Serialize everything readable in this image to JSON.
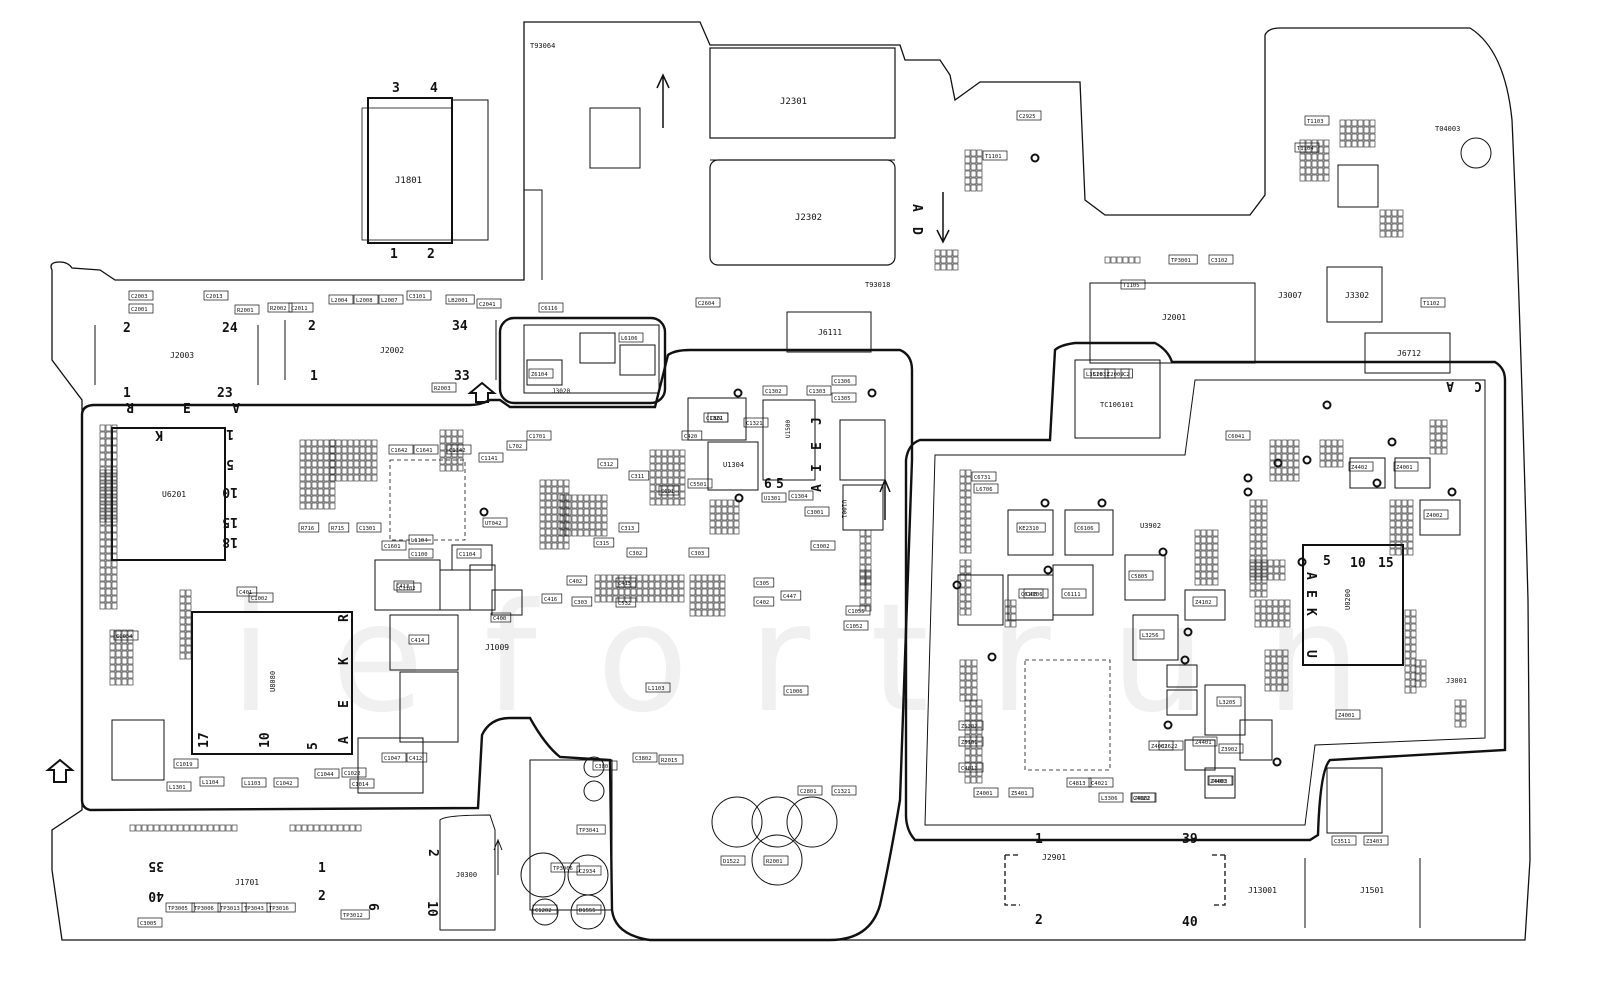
{
  "colors": {
    "background": "#ffffff",
    "line": "#111111",
    "watermark": "#eeeeee"
  },
  "watermark": "iefortrun",
  "outline_labels": [
    "T93064",
    "T93018",
    "T04003"
  ],
  "connectors": [
    "J1801",
    "J2301",
    "J2302",
    "J2003",
    "J2002",
    "J6111",
    "J2001",
    "J3007",
    "J3302",
    "J6712",
    "J1009",
    "J1701",
    "J0300",
    "J2901",
    "J13001",
    "J1501",
    "J3001",
    "J3020",
    "TC106101",
    "U6201",
    "U8080",
    "U1304",
    "U1001",
    "U0200",
    "U3902",
    "U1500"
  ],
  "big_labels": [
    "3",
    "4",
    "1",
    "2",
    "2",
    "24",
    "2",
    "1",
    "34",
    "33",
    "1",
    "23",
    "A",
    "D",
    "35",
    "1",
    "2",
    "40",
    "6",
    "2",
    "10",
    "1",
    "39",
    "2",
    "40",
    "5",
    "10",
    "15"
  ],
  "pin_markers": [
    "K",
    "E",
    "R",
    "A",
    "1",
    "5",
    "10",
    "15",
    "18",
    "R",
    "K",
    "E",
    "A",
    "17",
    "10",
    "5",
    "A",
    "E",
    "K",
    "U",
    "I",
    "A",
    "E",
    "J",
    "6",
    "5",
    "A",
    "C"
  ],
  "small_labels": [
    "C2003",
    "C2001",
    "R2001",
    "C2013",
    "R2002",
    "C2011",
    "L2004",
    "L2008",
    "L2007",
    "C3101",
    "LB2001",
    "C2041",
    "C6116",
    "C2604",
    "R2003",
    "L6106",
    "Z6104",
    "C1701",
    "L702",
    "C1642",
    "C1641",
    "C1142",
    "C1141",
    "UT042",
    "C1601",
    "C1102",
    "C1104",
    "L1104",
    "C1100",
    "R716",
    "R715",
    "C1301",
    "C1302",
    "C1303",
    "C1306",
    "C1305",
    "C1322",
    "C1321",
    "U1301",
    "C1304",
    "C3001",
    "C3002",
    "C5501",
    "C420",
    "C601",
    "C311",
    "C312",
    "C313",
    "C302",
    "C303",
    "C315",
    "C402",
    "C303",
    "C532",
    "C305",
    "C402",
    "C447",
    "C415",
    "C416",
    "C801",
    "C413",
    "C414",
    "C412",
    "C401",
    "L1301",
    "L1104",
    "L1103",
    "C1042",
    "C1044",
    "C1022",
    "C1014",
    "C1047",
    "C1019",
    "C1054",
    "C1055",
    "C1052",
    "L1103",
    "C1006",
    "C1002",
    "C3801",
    "C3802",
    "R2015",
    "C2801",
    "C1321",
    "C400",
    "TP3041",
    "TP3066",
    "C2934",
    "C1202",
    "D1555",
    "D1522",
    "R2001",
    "C3005",
    "TP3005",
    "TP3006",
    "TP3013",
    "TP3043",
    "TP3016",
    "TP3012",
    "TP3001",
    "C3102",
    "T1105",
    "T1102",
    "T1101",
    "T1103",
    "T1104",
    "C2925",
    "C2032",
    "C2009",
    "C2",
    "L3510",
    "C6041",
    "C6731",
    "L6706",
    "KE2310",
    "C6106",
    "C6105",
    "C4106",
    "C6111",
    "C5805",
    "L3256",
    "L3205",
    "Z4102",
    "Z3902",
    "Z4401",
    "Z4401",
    "Z4402",
    "Z4001",
    "Z4002",
    "Z4003",
    "Z4001",
    "Z4002",
    "Z4001",
    "Z5401",
    "Z5302",
    "Z5101",
    "Z4001",
    "C2622",
    "C3511",
    "Z3403",
    "C4811",
    "C4813",
    "C4021",
    "C4022",
    "L3306",
    "C3301",
    "C4505",
    "C3404",
    "C3403",
    "L3511",
    "C2911"
  ]
}
